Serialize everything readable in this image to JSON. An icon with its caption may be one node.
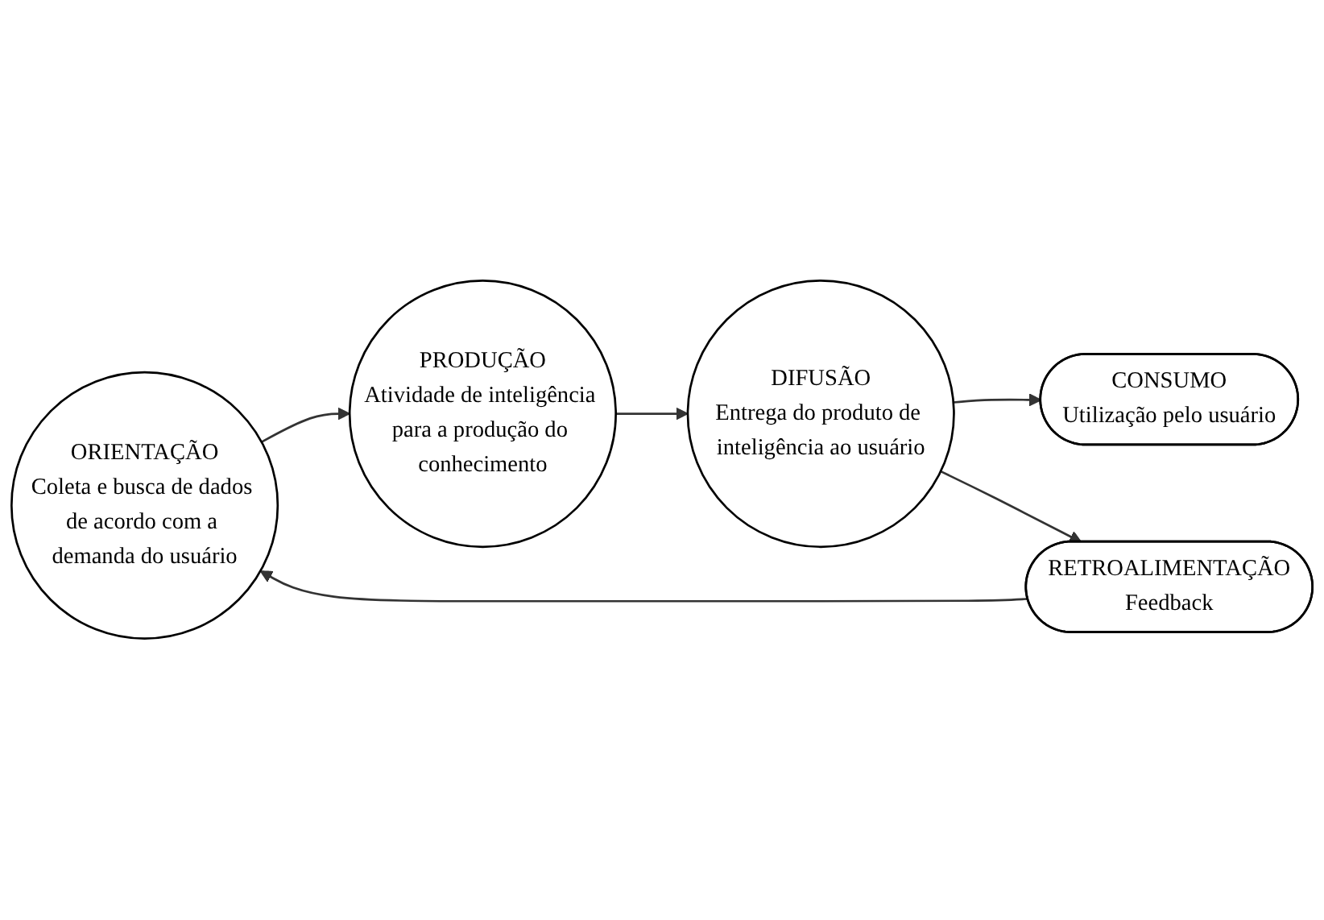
{
  "diagram": {
    "nodes": [
      {
        "text": [
          "ORIENTAÇÃO",
          "Coleta e busca de dados de acordo com a demanda do usuário"
        ]
      },
      {
        "text": [
          "RETROALIMENTAÇÃO",
          "Feedback"
        ]
      },
      {
        "text": [
          "PRODUÇÃO",
          "Atividade de inteligência para a produção do conhecimento"
        ]
      },
      {
        "text": [
          "CONSUMO",
          "Utilização pelo usuário"
        ]
      },
      {
        "text": [
          "DIFUSÃO",
          "Entrega do produto de inteligência ao usuário"
        ]
      }
    ],
    "edges": [
      {
        "from": 0,
        "to": 2,
        "arrow": "to"
      },
      {
        "from": 2,
        "to": 4,
        "arrow": "to"
      },
      {
        "from": 4,
        "to": 3,
        "arrow": "to"
      },
      {
        "from": 4,
        "to": 1,
        "arrow": "to"
      },
      {
        "from": 1,
        "to": 0,
        "arrow": "to"
      }
    ]
  }
}
